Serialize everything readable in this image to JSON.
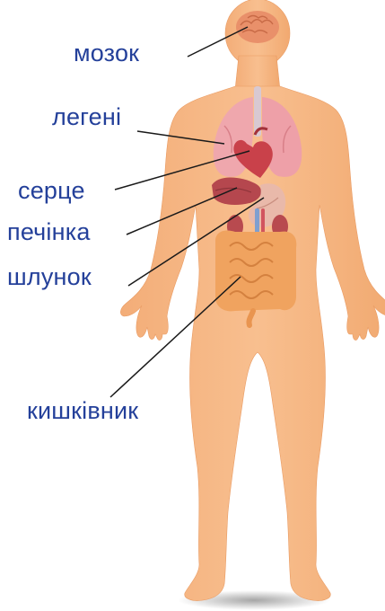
{
  "labels": {
    "brain": "мозок",
    "lungs": "легені",
    "heart": "серце",
    "liver": "печінка",
    "stomach": "шлунок",
    "intestine": "кишківник"
  },
  "colors": {
    "label_text": "#24409a",
    "leader_line": "#1a1a1a",
    "skin": "#f6b786",
    "skin_shade": "#eaa06c",
    "brain": "#e9906a",
    "lungs": "#efa7ad",
    "heart": "#c9414a",
    "liver": "#b5474e",
    "stomach": "#e9b9aa",
    "intestine": "#f3a563"
  }
}
